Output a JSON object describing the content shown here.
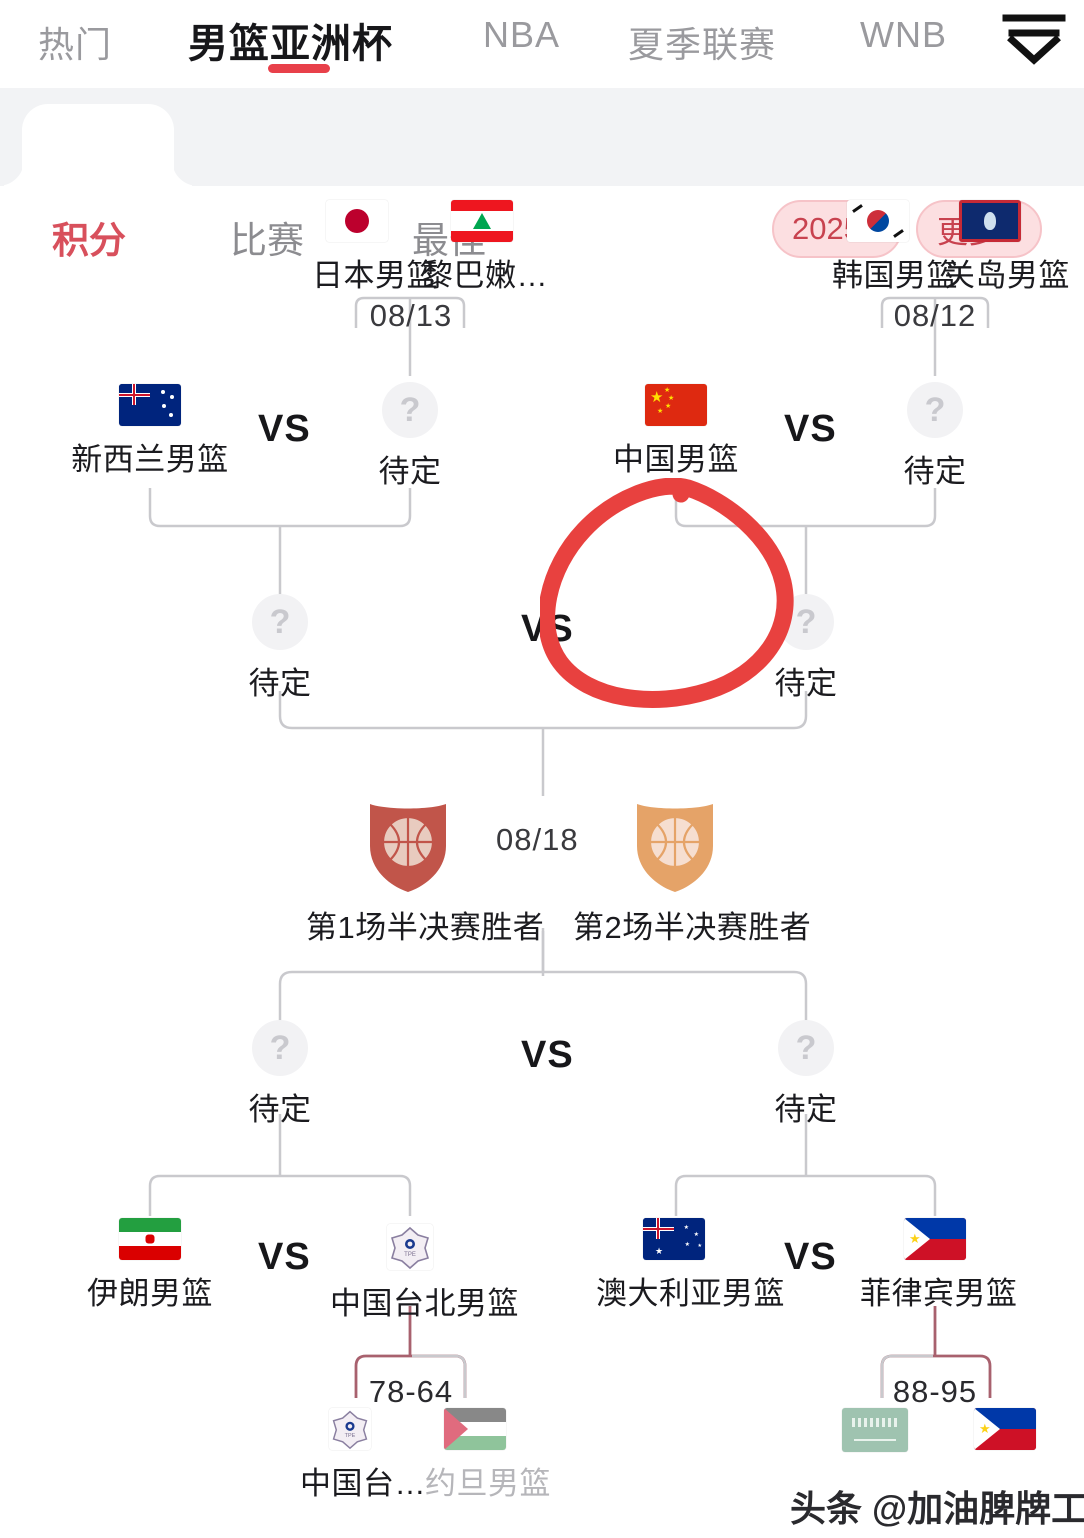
{
  "topnav": {
    "items": [
      {
        "label": "热门",
        "active": false
      },
      {
        "label": "男篮亚洲杯",
        "active": true
      },
      {
        "label": "NBA",
        "active": false
      },
      {
        "label": "夏季联赛",
        "active": false
      },
      {
        "label": "WNB",
        "active": false
      }
    ],
    "menu_icon": "hamburger-collapse-icon"
  },
  "subbar": {
    "tabs": [
      {
        "label": "积分",
        "active": true
      },
      {
        "label": "比赛",
        "active": false
      },
      {
        "label": "最佳",
        "active": false
      }
    ],
    "year_selector": {
      "label": "2025",
      "chevron": "chevron-down-icon"
    },
    "more_button": {
      "label": "更多",
      "chevron": "chevron-right-icon"
    },
    "accent_color": "#d8505c",
    "pill_bg": "#fcdfe1"
  },
  "bracket": {
    "vs_label": "VS",
    "tbd_label": "待定",
    "qmark": "?",
    "round_of_16": {
      "left": {
        "teams": [
          {
            "name": "日本男篮",
            "flag": "japan-flag"
          },
          {
            "name": "黎巴嫩…",
            "flag": "lebanon-flag"
          }
        ],
        "date": "08/13"
      },
      "right": {
        "teams": [
          {
            "name": "韩国男篮",
            "flag": "south-korea-flag"
          },
          {
            "name": "关岛男篮",
            "flag": "guam-flag"
          }
        ],
        "date": "08/12"
      }
    },
    "quarterfinals_top": {
      "left_match": {
        "home": {
          "name": "新西兰男篮",
          "flag": "new-zealand-flag"
        },
        "away": {
          "name": "待定",
          "flag": "tbd-icon"
        }
      },
      "right_match": {
        "home": {
          "name": "中国男篮",
          "flag": "china-flag",
          "highlighted": true
        },
        "away": {
          "name": "待定",
          "flag": "tbd-icon"
        }
      }
    },
    "semifinals_top": {
      "left": {
        "name": "待定"
      },
      "right": {
        "name": "待定"
      }
    },
    "final": {
      "date": "08/18",
      "left": {
        "name": "第1场半决赛胜者",
        "icon": "basketball-shield-red"
      },
      "right": {
        "name": "第2场半决赛胜者",
        "icon": "basketball-shield-orange"
      }
    },
    "semifinals_bottom": {
      "left": {
        "name": "待定"
      },
      "right": {
        "name": "待定"
      }
    },
    "quarterfinals_bottom": {
      "left_match": {
        "home": {
          "name": "伊朗男篮",
          "flag": "iran-flag"
        },
        "away": {
          "name": "中国台北男篮",
          "flag": "chinese-taipei-flag"
        }
      },
      "right_match": {
        "home": {
          "name": "澳大利亚男篮",
          "flag": "australia-flag"
        },
        "away": {
          "name": "菲律宾男篮",
          "flag": "philippines-flag"
        }
      }
    },
    "round_of_16_bottom": {
      "left": {
        "score": "78-64",
        "teams": [
          {
            "name": "中国台…",
            "flag": "chinese-taipei-flag",
            "dim": false
          },
          {
            "name": "约旦男篮",
            "flag": "jordan-flag",
            "dim": true
          }
        ]
      },
      "right": {
        "score": "88-95",
        "teams": [
          {
            "name": "",
            "flag": "saudi-arabia-flag",
            "dim": true
          },
          {
            "name": "",
            "flag": "philippines-flag",
            "dim": false
          }
        ]
      }
    },
    "annotation": {
      "type": "red-circle-highlight",
      "target": "中国男篮",
      "color": "#e8413f"
    }
  },
  "watermark": {
    "text": "头条 @加油脾牌工仔"
  }
}
